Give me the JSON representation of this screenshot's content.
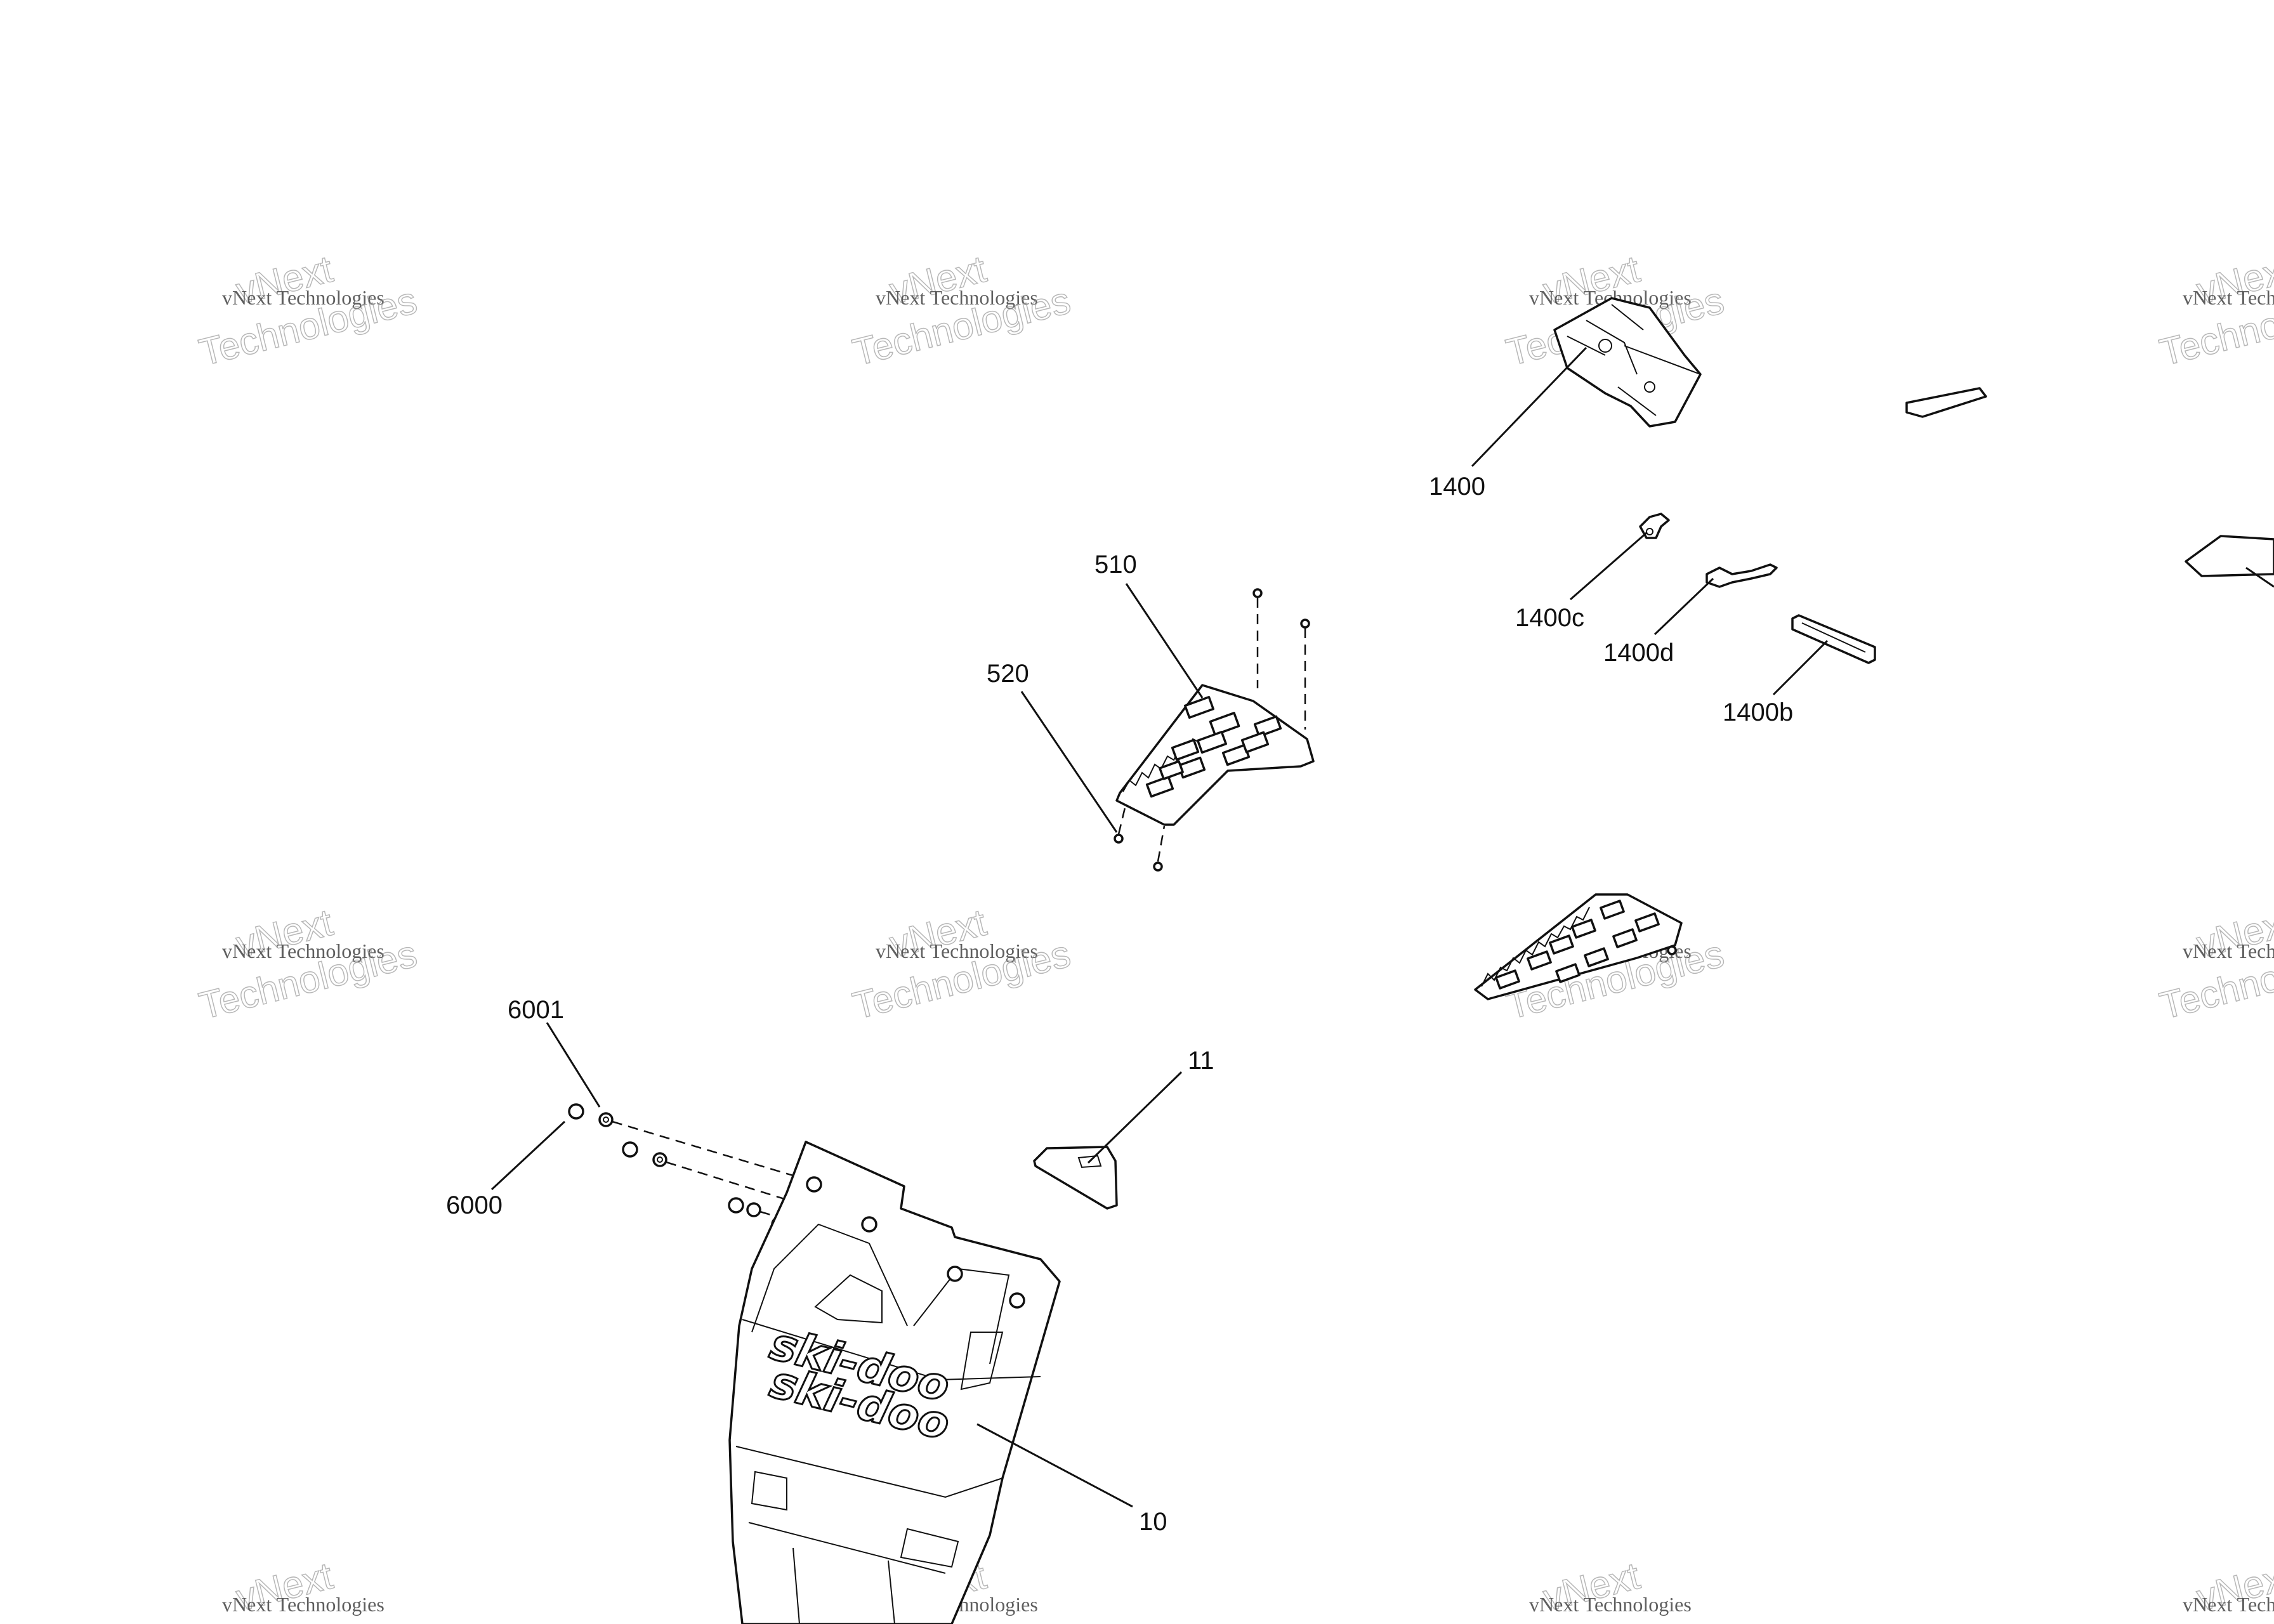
{
  "labels": {
    "p1400": "1400",
    "p1400b": "1400b",
    "p1400c": "1400c",
    "p1400d": "1400d",
    "p510": "510",
    "p520": "520",
    "p6001": "6001",
    "p6000": "6000",
    "p11": "11",
    "p10": "10"
  },
  "watermark": {
    "small": "vNext Technologies",
    "big_top": "vNext",
    "big_bottom": "Technologies"
  },
  "logo": {
    "upper": "ski-doo",
    "lower": "ski-doo"
  }
}
